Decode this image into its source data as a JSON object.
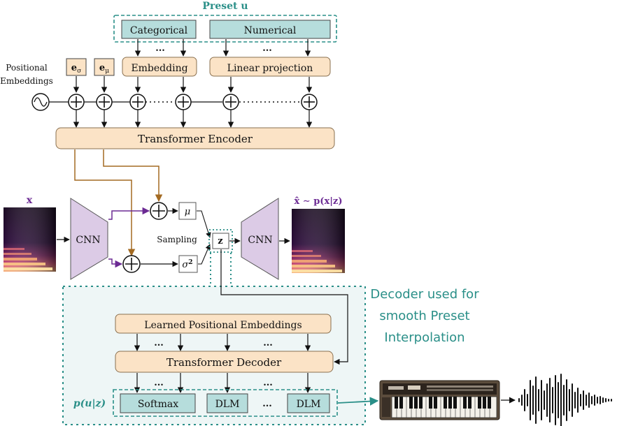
{
  "colors": {
    "peach_fill": "#fbe3c6",
    "peach_stroke": "#8a7050",
    "teal_fill": "#b6dddc",
    "teal_dash": "#2a8f88",
    "lavender": "#dccbe6",
    "purple_arrow": "#6b2a93",
    "brown_arrow": "#a36a22",
    "label_teal": "#2a8f88",
    "label_purple": "#6b2a93"
  },
  "preset": {
    "title_prefix": "Preset ",
    "title_symbol": "u",
    "categorical": "Categorical",
    "numerical": "Numerical"
  },
  "embeddings": {
    "positional_line1": "Positional",
    "positional_line2": "Embeddings",
    "e_sigma_base": "e",
    "e_sigma_sub": "σ",
    "e_mu_base": "e",
    "e_mu_sub": "μ",
    "embedding": "Embedding",
    "linear_projection": "Linear projection",
    "ellipsis": "..."
  },
  "encoder": {
    "label": "Transformer Encoder"
  },
  "vae": {
    "x_label": "x",
    "cnn_encoder": "CNN",
    "cnn_decoder": "CNN",
    "mu": "μ",
    "sigma_base": "σ",
    "sigma_sup": "2",
    "sampling": "Sampling",
    "z": "z",
    "xhat_label": "x̂ ∼ p(x|z)"
  },
  "decoder": {
    "note_line1": "Decoder used for",
    "note_line2": "smooth Preset",
    "note_line3": "Interpolation",
    "learned_pos": "Learned Positional Embeddings",
    "transformer_decoder": "Transformer Decoder",
    "output_label": "p(u|z)",
    "softmax": "Softmax",
    "dlm1": "DLM",
    "dlm2": "DLM",
    "ellipsis": "..."
  }
}
